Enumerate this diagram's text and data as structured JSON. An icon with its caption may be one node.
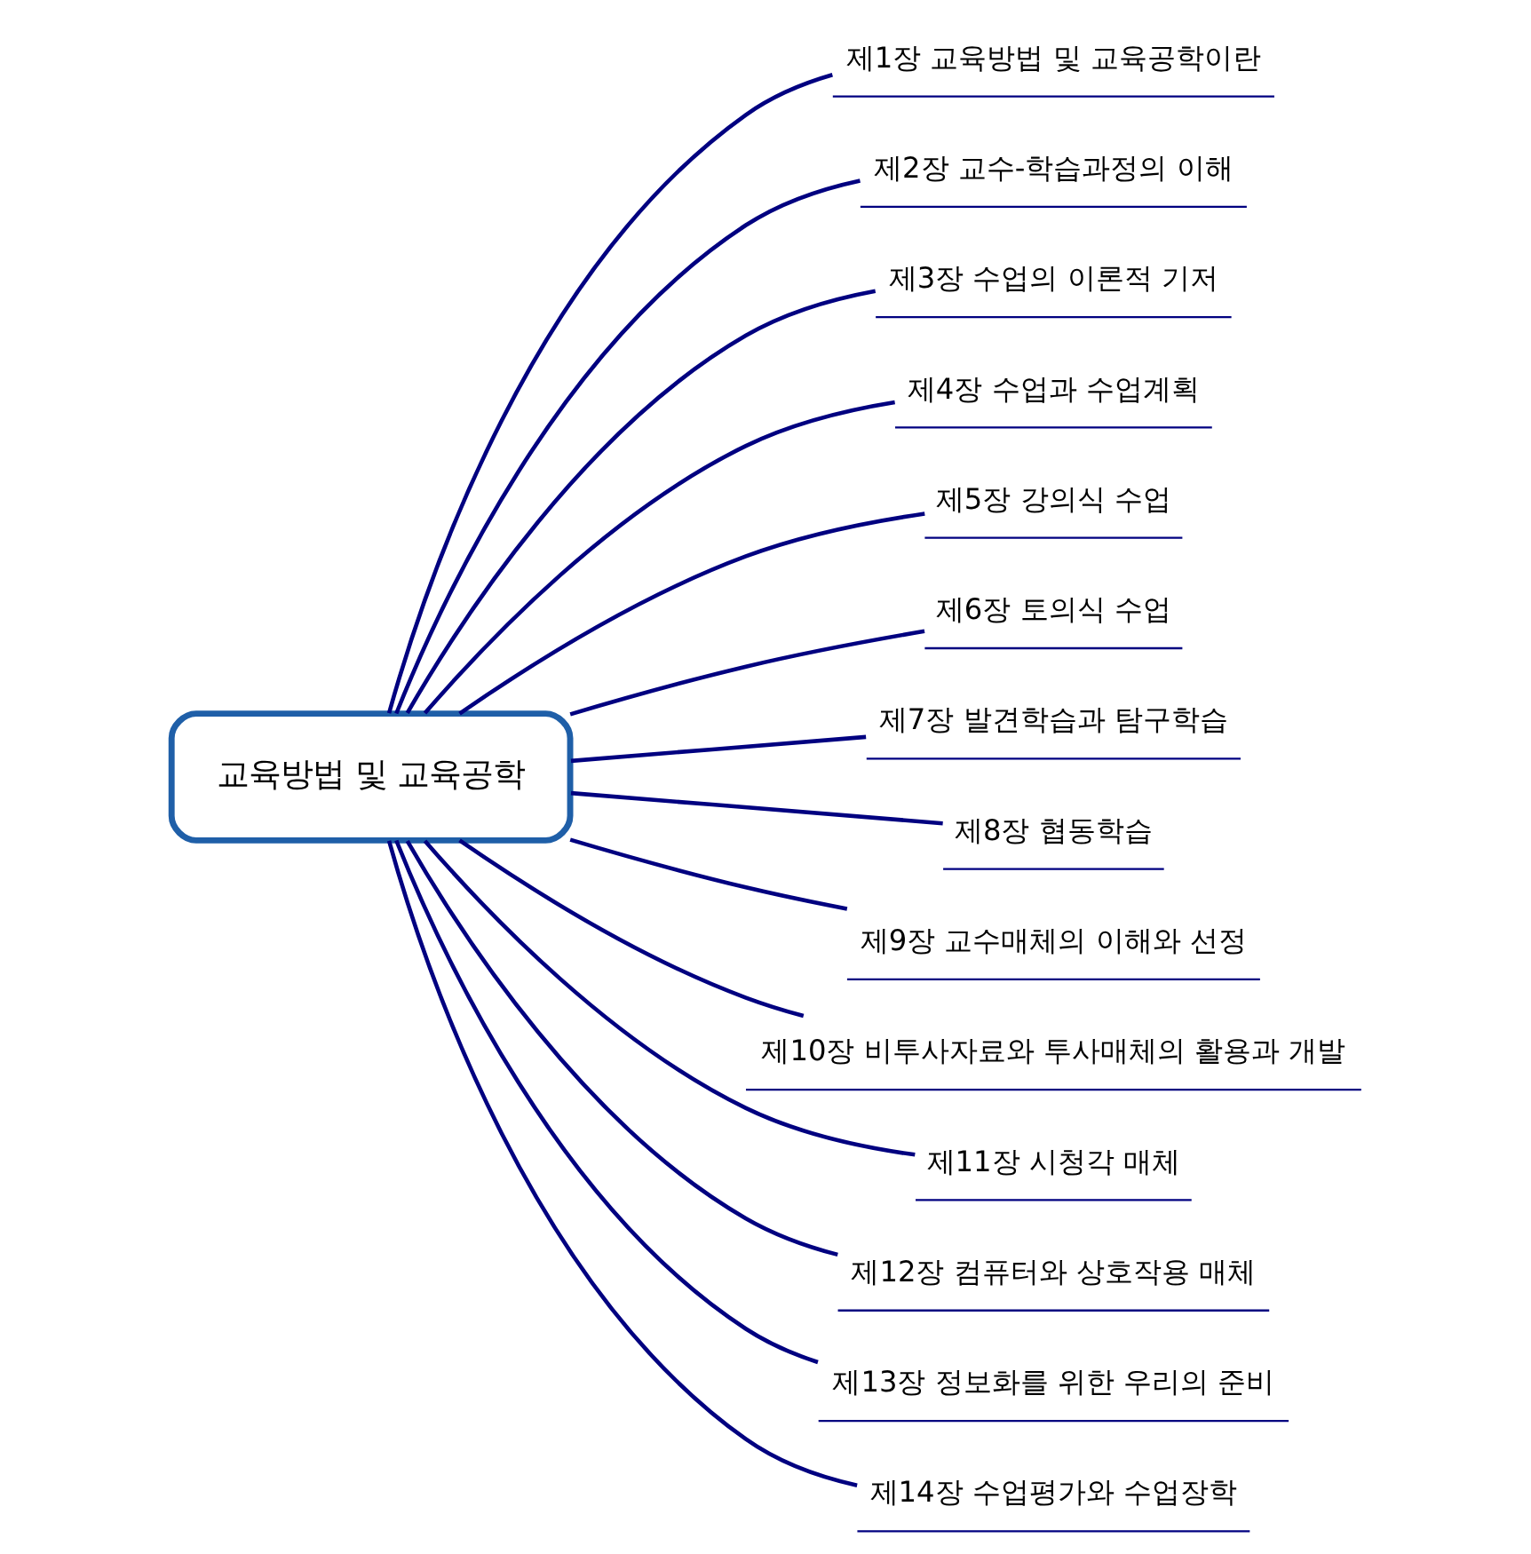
{
  "diagram": {
    "nodes": [
      {
        "text": [
          "교육방법 및 교육공학"
        ]
      },
      {
        "text": [
          "제1장 교육방법 및 교육공학이란"
        ]
      },
      {
        "text": [
          "제2장 교수-학습과정의 이해"
        ]
      },
      {
        "text": [
          "제3장 수업의 이론적 기저"
        ]
      },
      {
        "text": [
          "제4장 수업과 수업계획"
        ]
      },
      {
        "text": [
          "제5장 강의식 수업"
        ]
      },
      {
        "text": [
          "제6장 토의식 수업"
        ]
      },
      {
        "text": [
          "제7장 발견학습과 탐구학습"
        ]
      },
      {
        "text": [
          "제8장 협동학습"
        ]
      },
      {
        "text": [
          "제9장 교수매체의 이해와 선정"
        ]
      },
      {
        "text": [
          "제10장 비투사자료와 투사매체의 활용과 개발"
        ]
      },
      {
        "text": [
          "제11장 시청각 매체"
        ]
      },
      {
        "text": [
          "제12장 컴퓨터와 상호작용 매체"
        ]
      },
      {
        "text": [
          "제13장 정보화를 위한 우리의 준비"
        ]
      },
      {
        "text": [
          "제14장 수업평가와 수업장학"
        ]
      }
    ],
    "edges": [
      {
        "from": 0,
        "to": 1,
        "arrow": "none"
      },
      {
        "from": 0,
        "to": 2,
        "arrow": "none"
      },
      {
        "from": 0,
        "to": 3,
        "arrow": "none"
      },
      {
        "from": 0,
        "to": 4,
        "arrow": "none"
      },
      {
        "from": 0,
        "to": 5,
        "arrow": "none"
      },
      {
        "from": 0,
        "to": 6,
        "arrow": "none"
      },
      {
        "from": 0,
        "to": 7,
        "arrow": "none"
      },
      {
        "from": 0,
        "to": 8,
        "arrow": "none"
      },
      {
        "from": 0,
        "to": 9,
        "arrow": "none"
      },
      {
        "from": 0,
        "to": 10,
        "arrow": "none"
      },
      {
        "from": 0,
        "to": 11,
        "arrow": "none"
      },
      {
        "from": 0,
        "to": 12,
        "arrow": "none"
      },
      {
        "from": 0,
        "to": 13,
        "arrow": "none"
      },
      {
        "from": 0,
        "to": 14,
        "arrow": "none"
      }
    ]
  }
}
